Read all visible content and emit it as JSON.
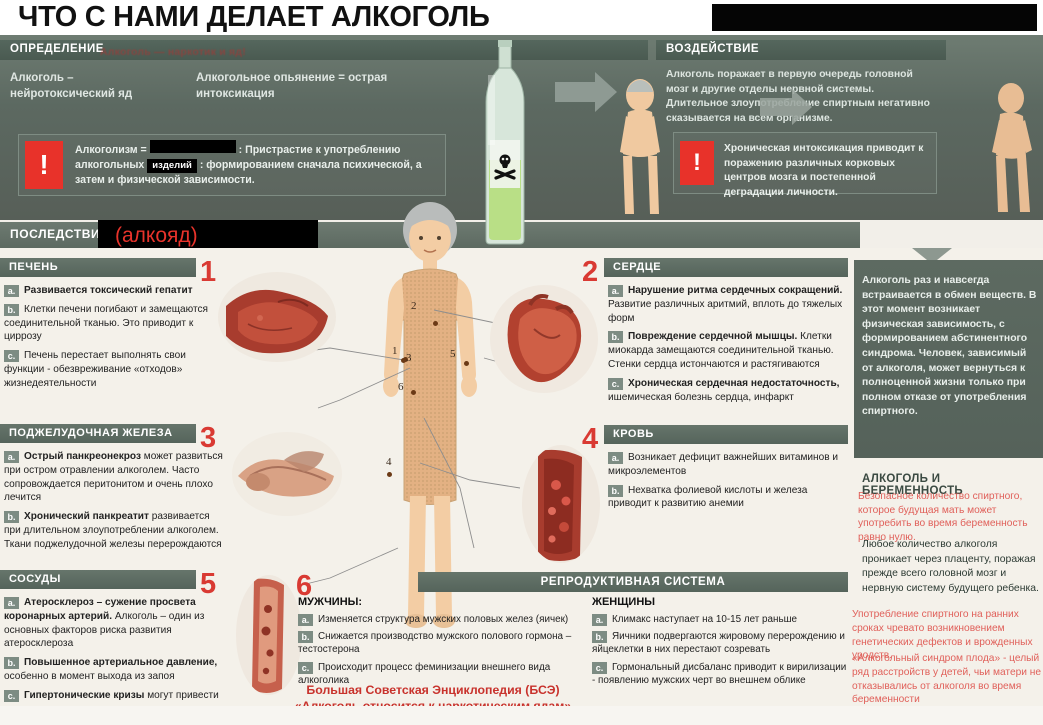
{
  "title": "ЧТО С НАМИ ДЕЛАЕТ АЛКОГОЛЬ",
  "top_black_bar": "",
  "definition": {
    "header": "ОПРЕДЕЛЕНИЕ",
    "line_a": "Алкоголь – нейротоксический яд",
    "line_b": "Алкогольное опьянение = острая интоксикация",
    "alert": {
      "icon": "!",
      "part1": "Алкоголизм =",
      "redacted1": "",
      "part2": ": Пристрастие к употреблению алкогольных",
      "redacted_label": "изделий",
      "part3": ": формированием сначала психической, а затем и физической зависимости.",
      "ghost_red": "Алкоголь — наркотик и яд!"
    }
  },
  "effect": {
    "header": "ВОЗДЕЙСТВИЕ",
    "text": "Алкоголь поражает в первую очередь головной мозг и другие отделы нервной системы. Длительное злоупотребление спиртным негативно сказывается на всем организме.",
    "alert": {
      "icon": "!",
      "text": "Хроническая интоксикация приводит к поражению различных корковых центров мозга и постепенной деградации личности."
    }
  },
  "consequences": {
    "label": "ПОСЛЕДСТВИЯ",
    "redacted_word": "(алкояд)"
  },
  "sections": {
    "liver": {
      "number": "1",
      "header": "ПЕЧЕНЬ",
      "items": [
        {
          "tag": "a.",
          "bold": "Развивается токсический гепатит",
          "rest": ""
        },
        {
          "tag": "b.",
          "bold": "",
          "rest": "Клетки печени погибают и замещаются соединительной тканью. Это приводит к  циррозу"
        },
        {
          "tag": "c.",
          "bold": "",
          "rest": "Печень перестает выполнять свои функции - обезвреживание «отходов» жизнедеятельности"
        }
      ]
    },
    "pancreas": {
      "number": "3",
      "header": "ПОДЖЕЛУДОЧНАЯ ЖЕЛЕЗА",
      "items": [
        {
          "tag": "a.",
          "bold": "Острый панкреонекроз",
          "rest": " может развиться при остром отравлении алкоголем. Часто сопровождается перитонитом и очень плохо лечится"
        },
        {
          "tag": "b.",
          "bold": "Хронический панкреатит",
          "rest": " развивается при длительном злоупотреблении алкоголем. Ткани поджелудочной железы перерождаются"
        }
      ]
    },
    "vessels": {
      "number": "5",
      "header": "СОСУДЫ",
      "items": [
        {
          "tag": "a.",
          "bold": "Атеросклероз – сужение просвета коронарных артерий.",
          "rest": " Алкоголь – один из основных факторов риска развития атеросклероза"
        },
        {
          "tag": "b.",
          "bold": "Повышенное артериальное давление,",
          "rest": " особенно в момент выхода из запоя"
        },
        {
          "tag": "c.",
          "bold": "Гипертонические кризы",
          "rest": " могут привести к развитию инсульта"
        }
      ]
    },
    "heart": {
      "number": "2",
      "header": "СЕРДЦЕ",
      "items": [
        {
          "tag": "a.",
          "bold": "Нарушение ритма сердечных сокращений.",
          "rest": " Развитие различных аритмий, вплоть до тяжелых форм"
        },
        {
          "tag": "b.",
          "bold": "Повреждение сердечной мышцы.",
          "rest": " Клетки миокарда замещаются соединительной тканью. Стенки сердца истончаются и растягиваются"
        },
        {
          "tag": "c.",
          "bold": "Хроническая сердечная недостаточность,",
          "rest": " ишемическая болезнь сердца, инфаркт"
        }
      ]
    },
    "blood": {
      "number": "4",
      "header": "КРОВЬ",
      "items": [
        {
          "tag": "a.",
          "bold": "",
          "rest": "Возникает дефицит  важнейших витаминов и микроэлементов"
        },
        {
          "tag": "b.",
          "bold": "",
          "rest": "Нехватка фолиевой кислоты и железа приводит к развитию  анемии"
        }
      ]
    }
  },
  "reproductive": {
    "number": "6",
    "header": "РЕПРОДУКТИВНАЯ СИСТЕМА",
    "men": {
      "title": "МУЖЧИНЫ:",
      "items": [
        {
          "tag": "a.",
          "text": "Изменяется структура мужских половых желез (яичек)"
        },
        {
          "tag": "b.",
          "text": "Снижается производство мужского полового гормона – тестостерона"
        },
        {
          "tag": "c.",
          "text": "Происходит процесс феминизации внешнего вида алкоголика"
        }
      ]
    },
    "women": {
      "title": "ЖЕНЩИНЫ",
      "items": [
        {
          "tag": "a.",
          "text": "Климакс наступает на 10-15 лет раньше"
        },
        {
          "tag": "b.",
          "text": "Яичники подвергаются жировому перерождению и яйцеклетки в них перестают созревать"
        },
        {
          "tag": "c.",
          "text": "Гормональный дисбаланс приводит к вирилизации - появлению мужских черт во внешнем облике"
        }
      ]
    }
  },
  "bse_quote": {
    "line1": "Большая Советская Энциклопедия (БСЭ)",
    "line2": "«Алкоголь относится к наркотическим ядам»"
  },
  "sidebar": {
    "metabolism": "Алкоголь раз и навсегда встраивается в обмен веществ. В этот момент возникает физическая зависимость, с формированием абстинентного синдрома. Человек, зависимый от алкоголя, может вернуться к полноценной жизни только при полном отказе от употребления спиртного.",
    "pregnancy_title": "АЛКОГОЛЬ И БЕРЕМЕННОСТЬ",
    "pregnancy_red1": "Безопасное количество спиртного, которое будущая мать может употребить во время беременность равно нулю.",
    "pregnancy_dark": "Любое количество алкоголя проникает через плаценту, поражая прежде всего головной мозг и нервную систему будущего ребенка.",
    "pregnancy_red2": "Употребление спиртного на ранних сроках чревато возникновением генетических дефектов и врожденных уродств.",
    "pregnancy_red3": "«Алкогольный синдром плода» - целый ряд расстройств у детей, чьи матери не отказывались от алкоголя во время беременности"
  },
  "body_markers": [
    "1",
    "2",
    "3",
    "4",
    "5",
    "6"
  ],
  "colors": {
    "accent_red": "#d93a33",
    "panel_dark": "#5c6961",
    "bar_green": "#5d6a61",
    "bg": "#f4f1ea"
  }
}
